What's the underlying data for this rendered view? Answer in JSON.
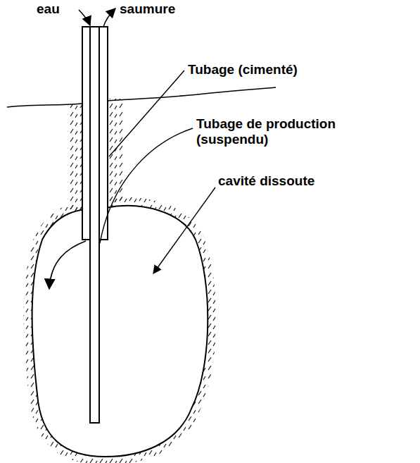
{
  "diagram": {
    "labels": [
      "eau",
      "saumure",
      "Tubage (cimenté)",
      "Tubage de production (suspendu)",
      "cavité dissoute"
    ]
  }
}
